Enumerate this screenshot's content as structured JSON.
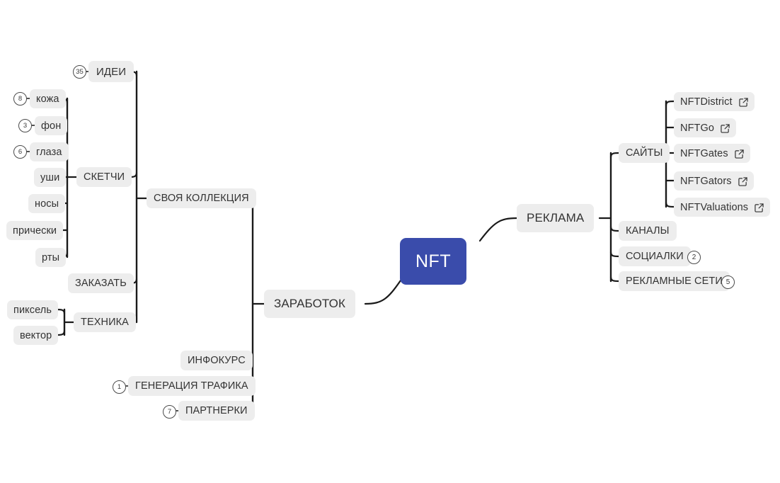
{
  "meta": {
    "title": "NFT",
    "accent_color": "#3a4cab",
    "node_color": "#ededed",
    "text_color": "#333333",
    "edge_color": "#1a1a1a",
    "background": "#ffffff"
  },
  "root": {
    "label": "NFT"
  },
  "branches": {
    "left": {
      "label": "ЗАРАБОТОК"
    },
    "right": {
      "label": "РЕКЛАМА"
    }
  },
  "nodes": {
    "idei": {
      "label": "ИДЕИ",
      "badge": "35"
    },
    "koja": {
      "label": "кожа",
      "badge": "8"
    },
    "fon": {
      "label": "фон",
      "badge": "3"
    },
    "glaza": {
      "label": "глаза",
      "badge": "6"
    },
    "ushi": {
      "label": "уши"
    },
    "nosy": {
      "label": "носы"
    },
    "pricheski": {
      "label": "прически"
    },
    "rty": {
      "label": "рты"
    },
    "sketchi": {
      "label": "СКЕТЧИ"
    },
    "svoya_kollekciya": {
      "label": "СВОЯ КОЛЛЕКЦИЯ"
    },
    "zakazat": {
      "label": "ЗАКАЗАТЬ"
    },
    "piksel": {
      "label": "пиксель"
    },
    "vektor": {
      "label": "вектор"
    },
    "tehnika": {
      "label": "ТЕХНИКА"
    },
    "infokurs": {
      "label": "ИНФОКУРС"
    },
    "generaciya_trafika": {
      "label": "ГЕНЕРАЦИЯ ТРАФИКА",
      "badge": "1"
    },
    "partnerki": {
      "label": "ПАРТНЕРКИ",
      "badge": "7"
    },
    "sayty": {
      "label": "САЙТЫ"
    },
    "nftdistrict": {
      "label": "NFTDistrict",
      "icon": "external-link-icon"
    },
    "nftgo": {
      "label": "NFTGo",
      "icon": "external-link-icon"
    },
    "nftgates": {
      "label": "NFTGates",
      "icon": "external-link-icon"
    },
    "nftgators": {
      "label": "NFTGators",
      "icon": "external-link-icon"
    },
    "nftvaluations": {
      "label": "NFTValuations",
      "icon": "external-link-icon"
    },
    "kanaly": {
      "label": "КАНАЛЫ"
    },
    "socialki": {
      "label": "СОЦИАЛКИ",
      "badge": "2"
    },
    "reklamnye_seti": {
      "label": "РЕКЛАМНЫЕ СЕТИ",
      "badge": "5"
    }
  }
}
